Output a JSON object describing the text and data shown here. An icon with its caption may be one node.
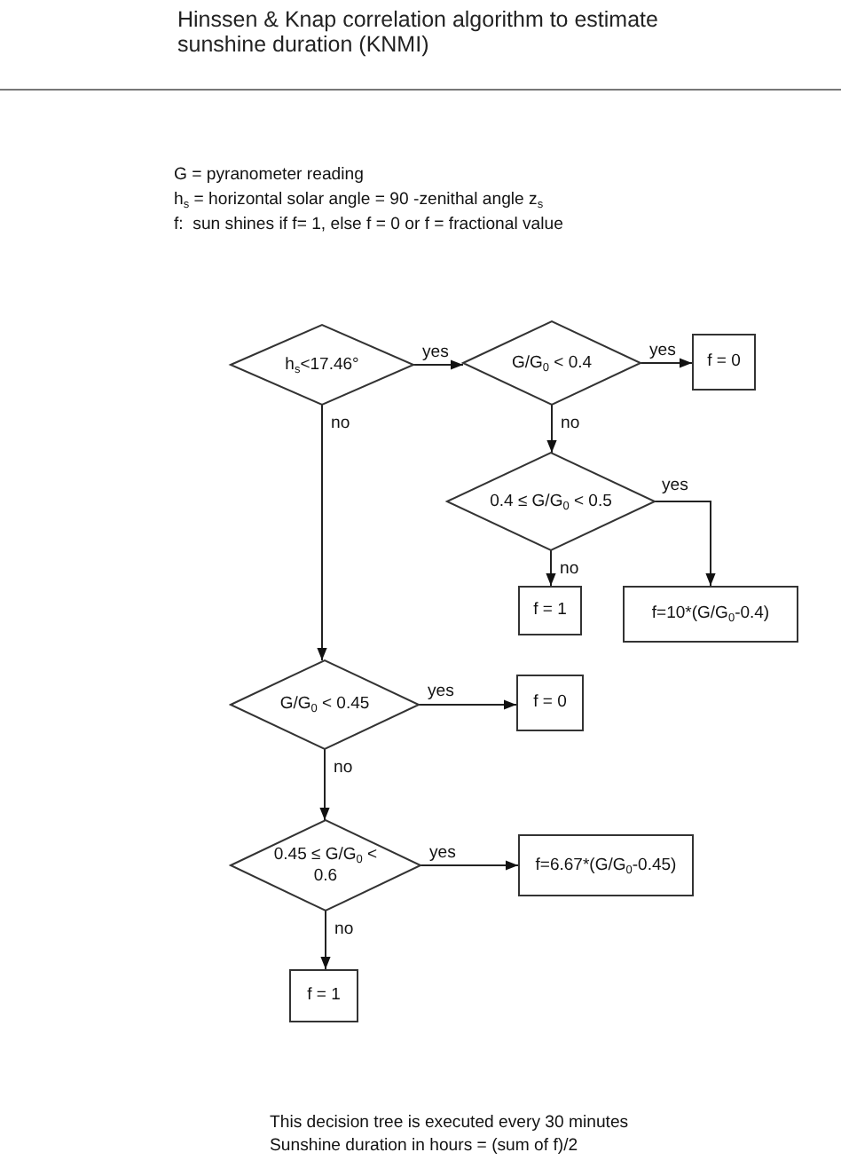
{
  "diagram": {
    "title": "Hinssen & Knap correlation algorithm to estimate sunshine duration (KNMI)",
    "nodes": [
      {
        "text": [
          "h$_{s}$<17.46°"
        ]
      },
      {
        "text": [
          "G/G$_{0}$ < 0.4"
        ]
      },
      {
        "text": [
          "f = 0"
        ]
      },
      {
        "text": [
          "0.4 ≤ G/G$_{0}$ < 0.5"
        ]
      },
      {
        "text": [
          "f = 1"
        ]
      },
      {
        "text": [
          "f=10*(G/G$_{0}$-0.4)"
        ]
      },
      {
        "text": [
          "G/G$_{0}$ < 0.45"
        ]
      },
      {
        "text": [
          "f = 0"
        ]
      },
      {
        "text": [
          "0.45 ≤ G/G$_{0}$ < 0.6"
        ]
      },
      {
        "text": [
          "f=6.67*(G/G$_{0}$-0.45)"
        ]
      },
      {
        "text": [
          "f = 1"
        ]
      }
    ],
    "edges": [
      {
        "from": 0,
        "to": 1,
        "arrow": "to",
        "label": "yes"
      },
      {
        "from": 1,
        "to": 2,
        "arrow": "to",
        "label": "yes"
      },
      {
        "from": 1,
        "to": 3,
        "arrow": "to",
        "label": "no"
      },
      {
        "from": 3,
        "to": 4,
        "arrow": "to",
        "label": "no"
      },
      {
        "from": 3,
        "to": 5,
        "arrow": "to",
        "label": "yes"
      },
      {
        "from": 0,
        "to": 6,
        "arrow": "to",
        "label": "no"
      },
      {
        "from": 6,
        "to": 7,
        "arrow": "to",
        "label": "yes"
      },
      {
        "from": 6,
        "to": 8,
        "arrow": "to",
        "label": "no"
      },
      {
        "from": 8,
        "to": 9,
        "arrow": "to",
        "label": "yes"
      },
      {
        "from": 8,
        "to": 10,
        "arrow": "to",
        "label": "no"
      }
    ],
    "labels": [
      "G = pyranometer reading",
      "h$_{s}$ = horizontal solar angle = 90 -zenithal angle z$_{s}$",
      "f:  sun shines if f= 1, else f = 0 or f = fractional value",
      "This decision tree is executed every 30 minutes",
      "Sunshine duration in hours = (sum of f)/2"
    ]
  }
}
